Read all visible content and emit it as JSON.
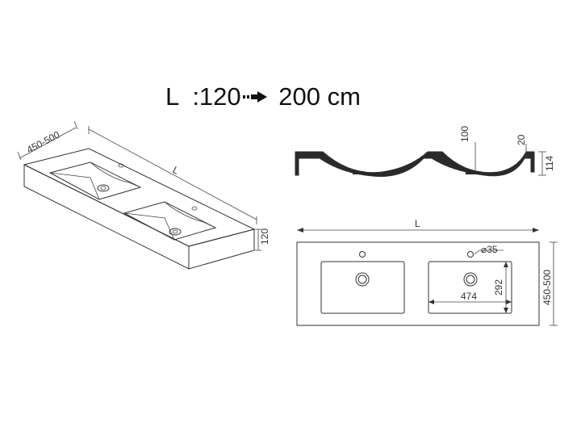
{
  "title": {
    "prefix": "L  :120",
    "suffix": " 200 cm",
    "arrow_icon": "right-arrow-icon"
  },
  "iso_view": {
    "depth_label": "450-500",
    "length_label": "L",
    "height_label": "120"
  },
  "section_view": {
    "basin_depth_label": "100",
    "rim_label": "20",
    "total_height_label": "114"
  },
  "plan_view": {
    "length_label": "L",
    "drain_label": "⌀35",
    "basin_width_label": "474",
    "basin_depth_label": "292",
    "depth_label": "450-500"
  }
}
